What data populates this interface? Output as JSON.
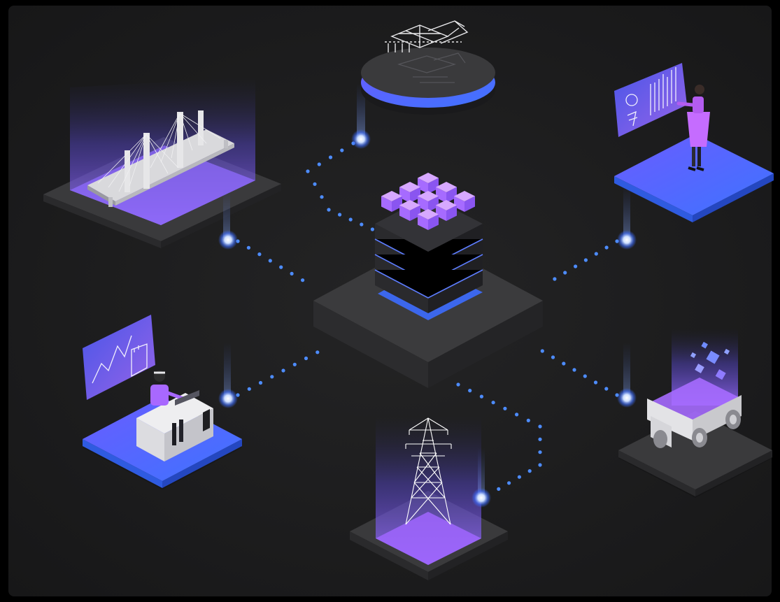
{
  "colors": {
    "background": "#1f1f1f",
    "frame": "#000000",
    "platform_top": "#3a3a3c",
    "platform_side": "#2a2a2c",
    "accent_blue": "#3d6dff",
    "accent_purple": "#a66bff",
    "accent_violet": "#7a5cff",
    "dot_blue": "#4d8cff",
    "node_glow": "#cfe0ff",
    "structure_white": "#e8e8ea"
  },
  "nodes": [
    {
      "id": "central-hub",
      "icon": "data-cube-stack-icon"
    },
    {
      "id": "blueprint-disc",
      "icon": "blueprint-drawing-icon"
    },
    {
      "id": "bridge-platform",
      "icon": "cable-stayed-bridge-icon"
    },
    {
      "id": "analyst-platform",
      "icon": "analyst-chart-board-icon"
    },
    {
      "id": "desk-worker-platform",
      "icon": "desk-worker-dashboard-icon"
    },
    {
      "id": "power-tower-platform",
      "icon": "power-transmission-tower-icon"
    },
    {
      "id": "mining-truck-platform",
      "icon": "mining-dump-truck-icon"
    }
  ],
  "connections": [
    {
      "from": "central-hub",
      "to": "blueprint-disc"
    },
    {
      "from": "central-hub",
      "to": "bridge-platform"
    },
    {
      "from": "central-hub",
      "to": "analyst-platform"
    },
    {
      "from": "central-hub",
      "to": "desk-worker-platform"
    },
    {
      "from": "central-hub",
      "to": "power-tower-platform"
    },
    {
      "from": "central-hub",
      "to": "mining-truck-platform"
    }
  ]
}
